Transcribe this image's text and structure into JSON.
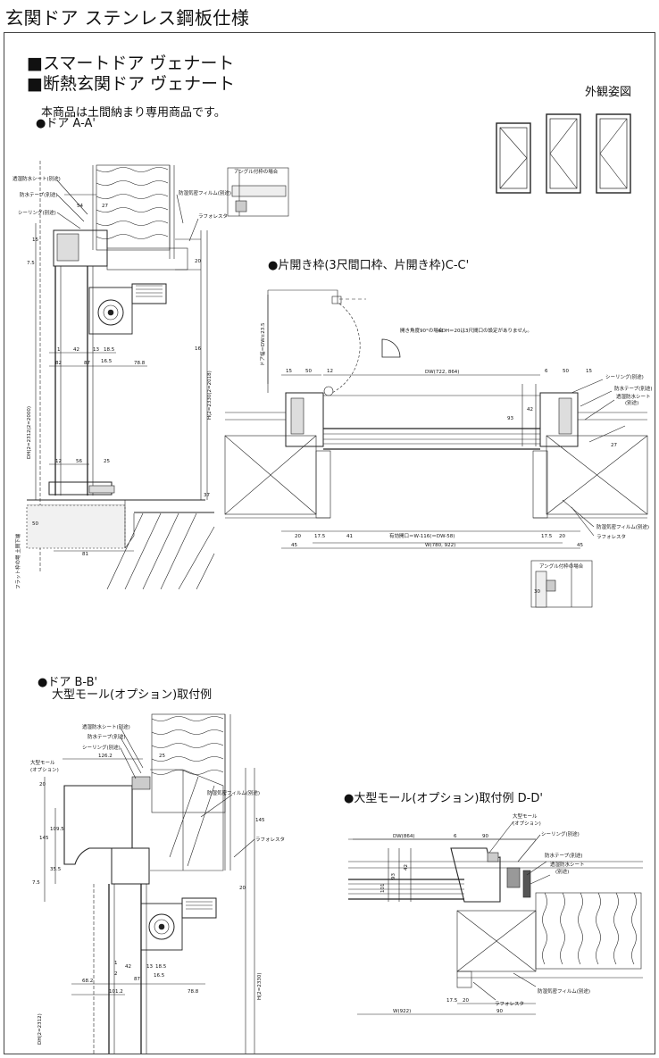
{
  "page_title": "玄関ドア ステンレス鋼板仕様",
  "product_lines": [
    "■スマートドア ヴェナート",
    "■断熱玄関ドア ヴェナート"
  ],
  "note": "本商品は土間納まり専用商品です。",
  "exterior_label": "外観姿図",
  "sections": {
    "aa": "●ドア A-A'",
    "cc": "●片開き枠(3尺間口枠、片開き枠)C-C'",
    "bb_line1": "●ドア B-B'",
    "bb_line2": "大型モール(オプション)取付例",
    "dd": "●大型モール(オプション)取付例 D-D'"
  },
  "labels": {
    "breathable_sheet": "透湿防水シート(別途)",
    "waterproof_tape": "防水テープ(別途)",
    "sealing": "シーリング(別途)",
    "vapor_film": "防湿気密フィルム(別途)",
    "lath": "ラフォレスタ",
    "angle_case": "アングル付枠の場合",
    "opening_angle": "開き角度90°の場合",
    "dh_note": "※DH＝20は3尺間口の設定がありません。",
    "door_width": "ドア幅＝DW±23.5",
    "large_mould": "大型モール",
    "option": "(オプション)",
    "floor_finish": "フラット枠の場 土間下端",
    "sealing_cc": "シーリング(別途)",
    "tape_cc": "防水テープ(別途)",
    "sheet_cc": "透湿防水シート",
    "sheet_cc2": "(別途)"
  },
  "dims": {
    "dw": "DW(722, 864)",
    "w": "W(780, 922)",
    "effective": "有効開口＝W-116(＝DW-58)",
    "dw_dd": "DW(864)",
    "w_dd": "W(922)",
    "dh_aa": "DH(2=2312(2=2000)",
    "h_aa": "H(2=2330(2=2018)",
    "dh_bb": "DH(2=2312)",
    "h_bb": "H(2=2330)",
    "n15": "15",
    "n50": "50",
    "n12": "12",
    "n45": "45",
    "n20": "20",
    "n175": "17.5",
    "n41": "41",
    "n90": "90",
    "n6": "6",
    "n27": "27",
    "n42": "42",
    "n13": "13",
    "n185": "18.5",
    "n165": "16.5",
    "n788": "78.8",
    "n87": "87",
    "n82": "82",
    "n56": "56",
    "n25": "25",
    "n81": "81",
    "n93": "93",
    "n1262": "126.2",
    "n1095": "109.5",
    "n145": "145",
    "n355": "35.5",
    "n75": "7.5",
    "n682": "68.2",
    "n1012": "101.2",
    "n54": "54",
    "n16": "16",
    "n37": "37",
    "n30": "30",
    "n1": "1",
    "n2": "2",
    "n101": "101"
  }
}
